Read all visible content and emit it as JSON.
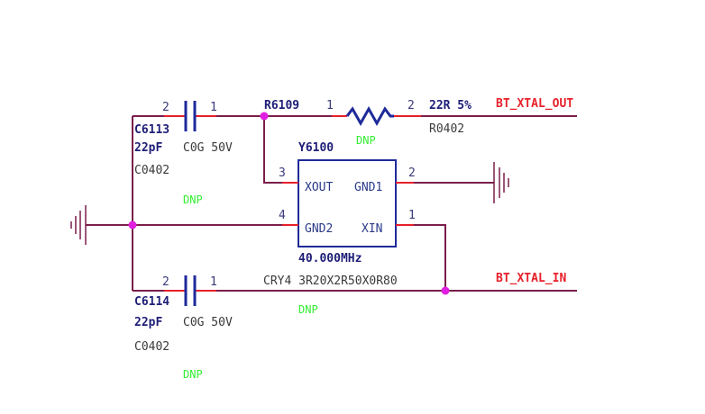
{
  "c6113": {
    "pin_left": "2",
    "pin_right": "1",
    "ref": "C6113",
    "value": "22pF",
    "rating": "C0G 50V",
    "package": "C0402",
    "dnp": "DNP"
  },
  "r6109": {
    "ref": "R6109",
    "pin_left": "1",
    "pin_right": "2",
    "value": "22R 5%",
    "package": "R0402",
    "dnp": "DNP"
  },
  "y6100": {
    "ref": "Y6100",
    "pin_xout": "XOUT",
    "pin_gnd1": "GND1",
    "pin_gnd2": "GND2",
    "pin_xin": "XIN",
    "num_xout": "3",
    "num_gnd1": "2",
    "num_gnd2": "4",
    "num_xin": "1",
    "frequency": "40.000MHz",
    "footprint": "CRY4 3R20X2R50X0R80",
    "dnp": "DNP"
  },
  "c6114": {
    "pin_left": "2",
    "pin_right": "1",
    "ref": "C6114",
    "value": "22pF",
    "rating": "C0G 50V",
    "package": "C0402",
    "dnp": "DNP"
  },
  "nets": {
    "xtal_out": "BT_XTAL_OUT",
    "xtal_in": "BT_XTAL_IN"
  },
  "colors": {
    "wire": "#7a1e4a",
    "pin_lead": "#e8202a",
    "component": "#1e2a9a",
    "net_label": "#e8202a",
    "dnp_label": "#33ee33",
    "junction": "#e020e0"
  }
}
